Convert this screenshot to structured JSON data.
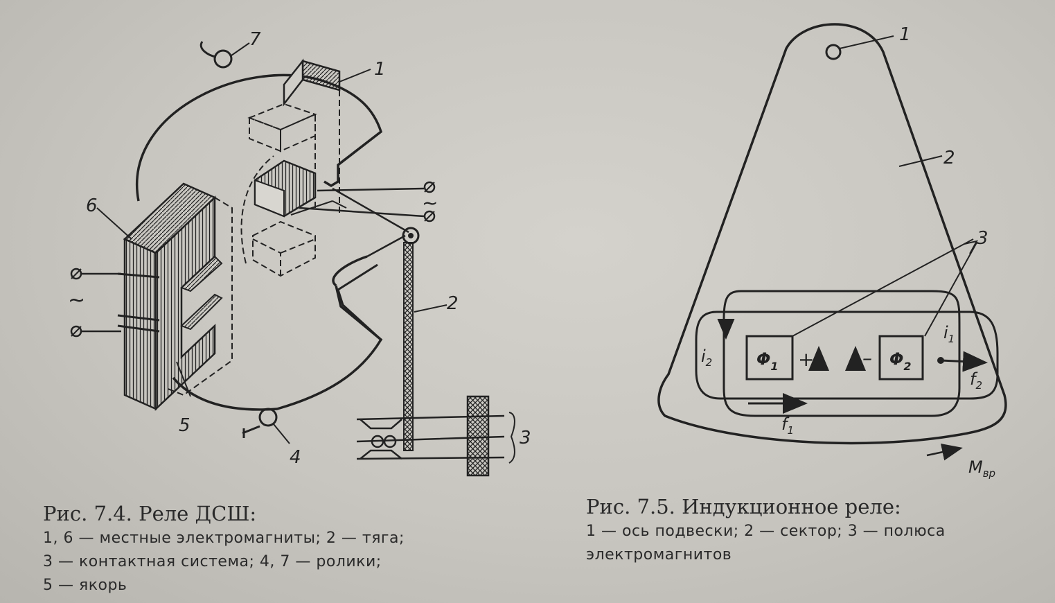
{
  "figure_7_4": {
    "labels": {
      "l1": "1",
      "l2": "2",
      "l3": "3",
      "l4": "4",
      "l5": "5",
      "l6": "6",
      "l7": "7"
    },
    "symbols": {
      "tilde_right": "~",
      "tilde_left": "~",
      "terminal": "⌀"
    },
    "caption": {
      "title": "Рис. 7.4. Реле ДСШ:",
      "line1": "1, 6 — местные электромагниты; 2 — тяга;",
      "line2": "3 — контактная система; 4, 7 — ролики;",
      "line3": "5 — якорь"
    }
  },
  "figure_7_5": {
    "labels": {
      "l1": "1",
      "l2": "2",
      "l3": "3",
      "phi1": "Φ",
      "phi1_sub": "1",
      "phi2": "Φ",
      "phi2_sub": "2",
      "plus": "+",
      "minus": "–",
      "i1": "i",
      "i1_sub": "1",
      "i2": "i",
      "i2_sub": "2",
      "f1": "f",
      "f1_sub": "1",
      "f2": "f",
      "f2_sub": "2",
      "m": "M",
      "m_sub": "вр"
    },
    "caption": {
      "title": "Рис. 7.5. Индукционное реле:",
      "line1": "1 — ось подвески; 2 — сектор; 3 — полюса",
      "line2": "электромагнитов"
    }
  }
}
